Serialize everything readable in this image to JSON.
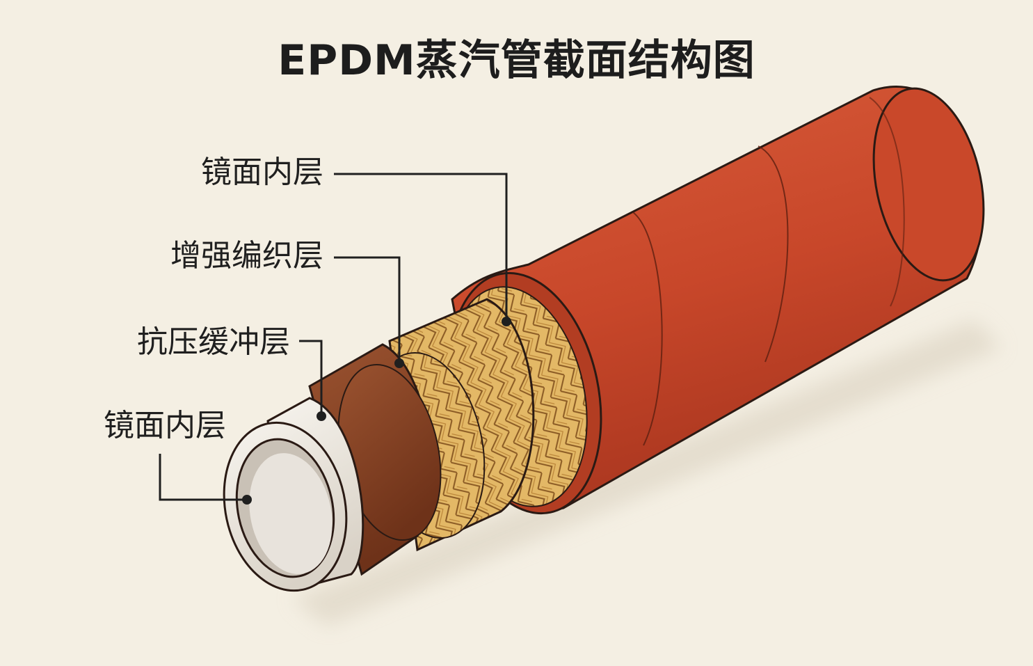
{
  "title": "EPDM蒸汽管截面结构图",
  "labels": {
    "mirror_top": "镜面内层",
    "braid": "增强编织层",
    "buffer": "抗压缓冲层",
    "mirror_bottom": "镜面内层"
  },
  "colors": {
    "background": "#f4efe3",
    "outer_cover": "#c9482a",
    "braid": "#e3b866",
    "buffer": "#8a4425",
    "inner_liner": "#ece7df",
    "leader_line": "#1f1f1f"
  }
}
